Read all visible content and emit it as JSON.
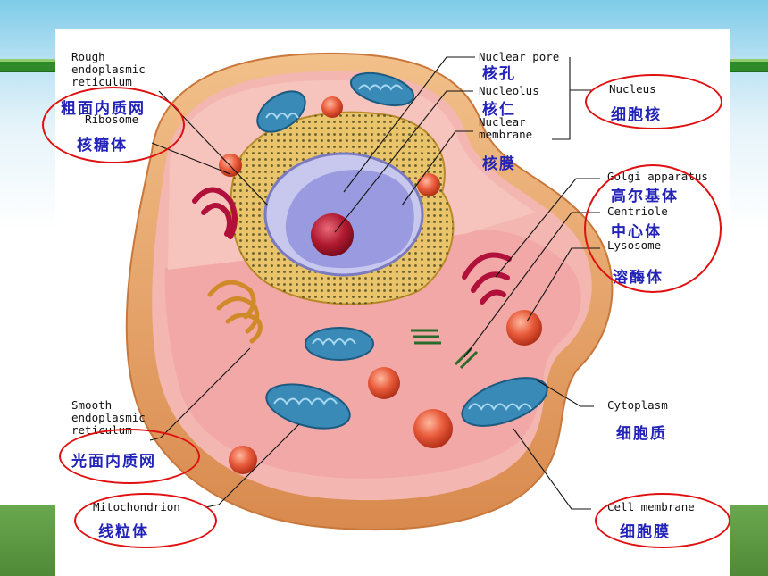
{
  "labels": {
    "rough_er": {
      "en": "Rough\nendoplasmic\nreticulum",
      "cn": "粗面内质网"
    },
    "ribosome": {
      "en": "Ribosome",
      "cn": "核糖体"
    },
    "nuclear_pore": {
      "en": "Nuclear pore",
      "cn": "核孔"
    },
    "nucleolus": {
      "en": "Nucleolus",
      "cn": "核仁"
    },
    "nuclear_membrane": {
      "en": "Nuclear\nmembrane",
      "cn": "核膜"
    },
    "nucleus": {
      "en": "Nucleus",
      "cn": "细胞核"
    },
    "golgi": {
      "en": "Golgi apparatus",
      "cn": "高尔基体"
    },
    "centriole": {
      "en": "Centriole",
      "cn": "中心体"
    },
    "lysosome": {
      "en": "Lysosome",
      "cn": "溶酶体"
    },
    "smooth_er": {
      "en": "Smooth\nendoplasmic\nreticulum",
      "cn": "光面内质网"
    },
    "cytoplasm": {
      "en": "Cytoplasm",
      "cn": "细胞质"
    },
    "mitochondrion": {
      "en": "Mitochondrion",
      "cn": "线粒体"
    },
    "cell_membrane": {
      "en": "Cell membrane",
      "cn": "细胞膜"
    }
  },
  "colors": {
    "annotation_ring": "#e01010",
    "chinese_text": "#2323b8",
    "cell_wall": "#e8a06a",
    "cytoplasm": "#f4b8b8",
    "nucleus": "#9a9ae0",
    "mitochondria": "#3a8ab8"
  }
}
